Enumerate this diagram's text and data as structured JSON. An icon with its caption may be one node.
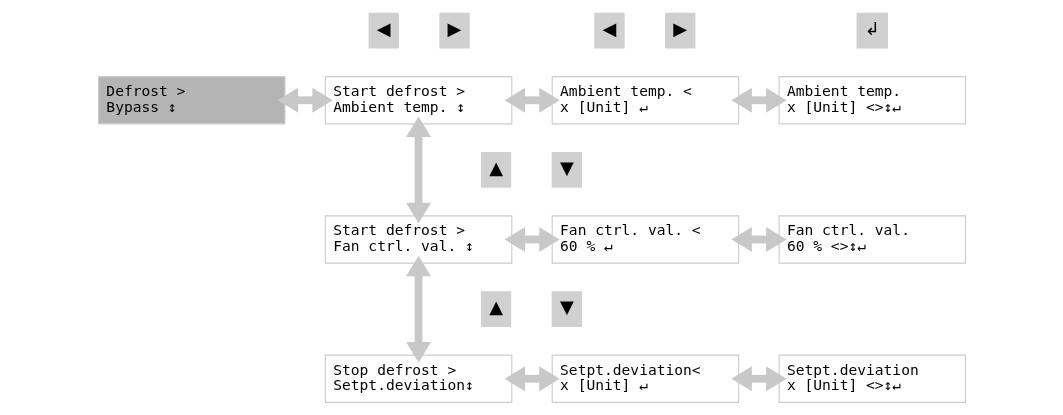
{
  "diagram": {
    "nodes": [
      {
        "text": [
          "Defrost >",
          "Bypass ↕"
        ]
      },
      {
        "text": [
          "Start defrost >",
          "Ambient temp. ↕"
        ]
      },
      {
        "text": [
          "Ambient temp. <",
          "x [Unit] ↵"
        ]
      },
      {
        "text": [
          "Ambient temp.",
          "x [Unit] <>↕↵"
        ]
      },
      {
        "text": [
          "Start defrost >",
          "Fan ctrl. val. ↕"
        ]
      },
      {
        "text": [
          "Fan ctrl. val. <",
          "60 % ↵"
        ]
      },
      {
        "text": [
          "Fan ctrl. val.",
          "60 % <>↕↵"
        ]
      },
      {
        "text": [
          "Stop defrost >",
          "Setpt.deviation↕"
        ]
      },
      {
        "text": [
          "Setpt.deviation<",
          "x [Unit] ↵"
        ]
      },
      {
        "text": [
          "Setpt.deviation",
          "x [Unit] <>↕↵"
        ]
      }
    ],
    "edges": [
      {
        "from": 0,
        "to": 1,
        "arrow": "both"
      },
      {
        "from": 1,
        "to": 2,
        "arrow": "both"
      },
      {
        "from": 2,
        "to": 3,
        "arrow": "both"
      },
      {
        "from": 1,
        "to": 4,
        "arrow": "both"
      },
      {
        "from": 4,
        "to": 5,
        "arrow": "both"
      },
      {
        "from": 5,
        "to": 6,
        "arrow": "both"
      },
      {
        "from": 4,
        "to": 7,
        "arrow": "both"
      },
      {
        "from": 7,
        "to": 8,
        "arrow": "both"
      },
      {
        "from": 8,
        "to": 9,
        "arrow": "both"
      }
    ],
    "labels": [
      "◀",
      "▶",
      "◀",
      "▶",
      "↲",
      "▲",
      "▼",
      "▲",
      "▼"
    ]
  }
}
